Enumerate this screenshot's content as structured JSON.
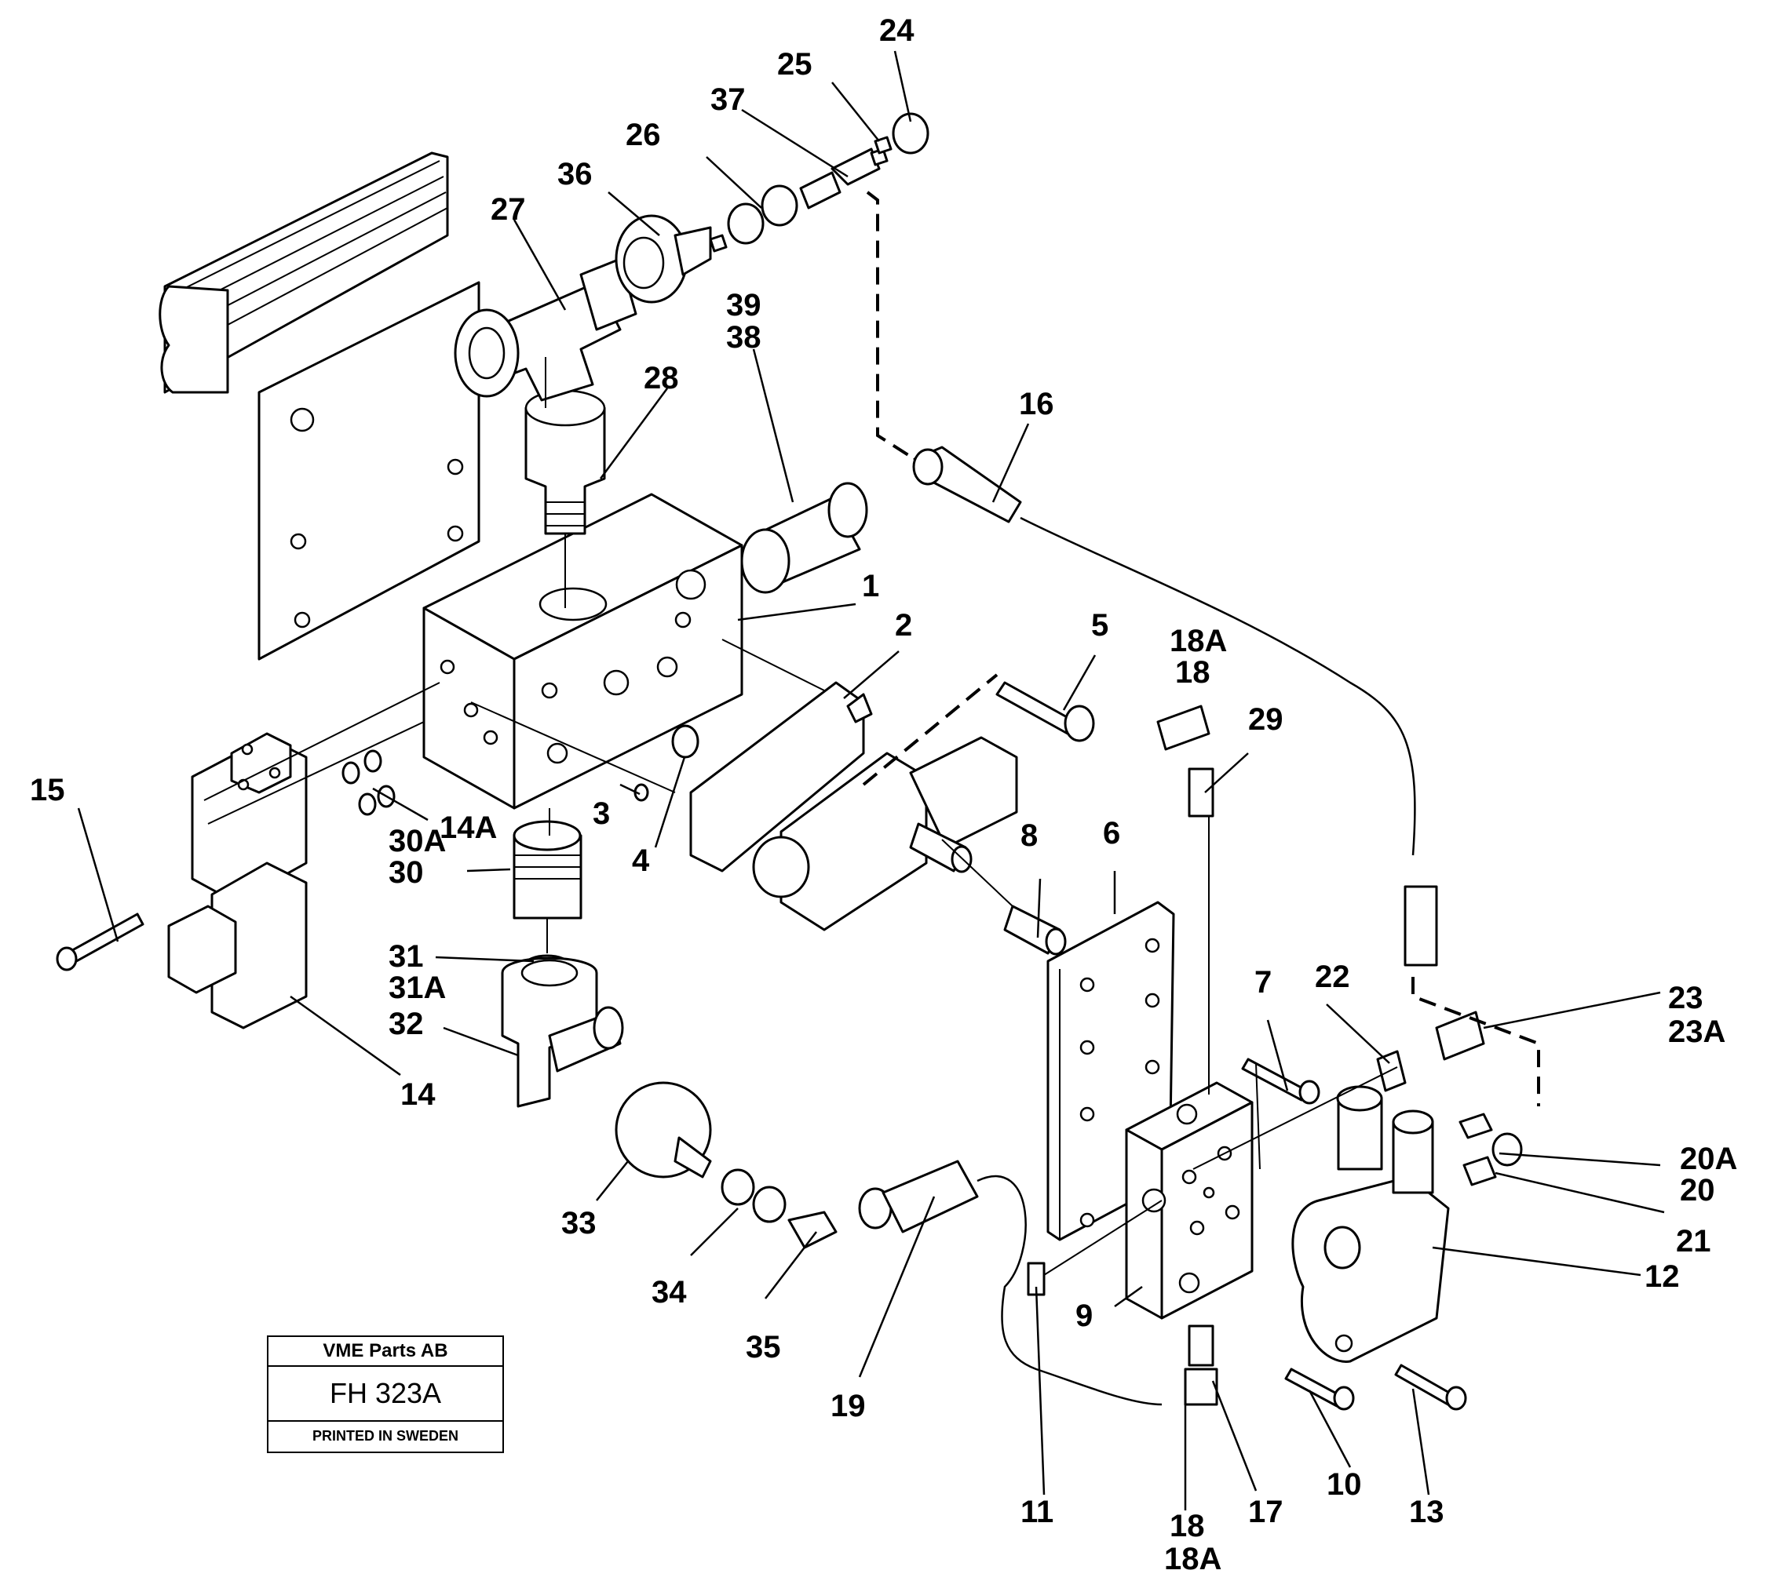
{
  "title_block": {
    "company": "VME Parts AB",
    "drawing_number": "FH 323A",
    "printed": "PRINTED IN SWEDEN"
  },
  "callouts": [
    {
      "id": "c1",
      "text": "1"
    },
    {
      "id": "c2",
      "text": "2"
    },
    {
      "id": "c3",
      "text": "3"
    },
    {
      "id": "c4",
      "text": "4"
    },
    {
      "id": "c5",
      "text": "5"
    },
    {
      "id": "c6",
      "text": "6"
    },
    {
      "id": "c7",
      "text": "7"
    },
    {
      "id": "c8",
      "text": "8"
    },
    {
      "id": "c9",
      "text": "9"
    },
    {
      "id": "c10",
      "text": "10"
    },
    {
      "id": "c11",
      "text": "11"
    },
    {
      "id": "c12",
      "text": "12"
    },
    {
      "id": "c13",
      "text": "13"
    },
    {
      "id": "c14",
      "text": "14"
    },
    {
      "id": "c14A",
      "text": "14A"
    },
    {
      "id": "c15",
      "text": "15"
    },
    {
      "id": "c16",
      "text": "16"
    },
    {
      "id": "c17",
      "text": "17"
    },
    {
      "id": "c18a",
      "text": "18A"
    },
    {
      "id": "c18b",
      "text": "18"
    },
    {
      "id": "c18c",
      "text": "18"
    },
    {
      "id": "c18d",
      "text": "18A"
    },
    {
      "id": "c19",
      "text": "19"
    },
    {
      "id": "c20A",
      "text": "20A"
    },
    {
      "id": "c20",
      "text": "20"
    },
    {
      "id": "c21",
      "text": "21"
    },
    {
      "id": "c22",
      "text": "22"
    },
    {
      "id": "c23",
      "text": "23"
    },
    {
      "id": "c23A",
      "text": "23A"
    },
    {
      "id": "c24",
      "text": "24"
    },
    {
      "id": "c25",
      "text": "25"
    },
    {
      "id": "c26",
      "text": "26"
    },
    {
      "id": "c27",
      "text": "27"
    },
    {
      "id": "c28",
      "text": "28"
    },
    {
      "id": "c29",
      "text": "29"
    },
    {
      "id": "c30A",
      "text": "30A"
    },
    {
      "id": "c30",
      "text": "30"
    },
    {
      "id": "c31",
      "text": "31"
    },
    {
      "id": "c31A",
      "text": "31A"
    },
    {
      "id": "c32",
      "text": "32"
    },
    {
      "id": "c33",
      "text": "33"
    },
    {
      "id": "c34",
      "text": "34"
    },
    {
      "id": "c35",
      "text": "35"
    },
    {
      "id": "c36",
      "text": "36"
    },
    {
      "id": "c37",
      "text": "37"
    },
    {
      "id": "c38",
      "text": "38"
    },
    {
      "id": "c39",
      "text": "39"
    }
  ]
}
